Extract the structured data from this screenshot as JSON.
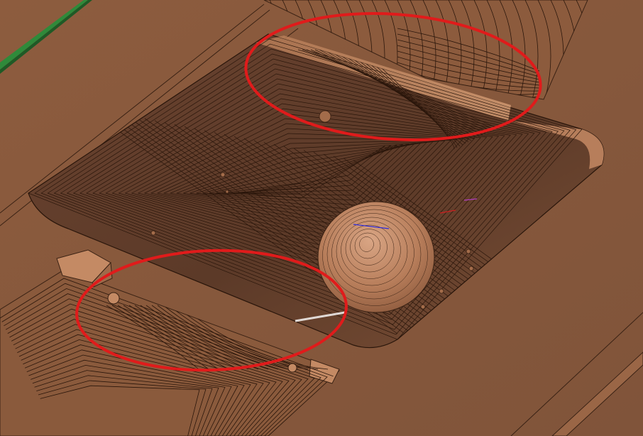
{
  "viewport": {
    "colors": {
      "surface": "#8a5a3c",
      "surface_dark": "#6e4630",
      "surface_light": "#a36c4a",
      "wall_lit": "#c48a64",
      "dome_lit": "#d4a080",
      "floor_shadow": "#5f3c29",
      "toolpath": "#2a160b",
      "annotation": "#e01b1b",
      "board_green": "#2f8a3a",
      "segment_blue": "#2a2ae0",
      "segment_purple": "#b040c0"
    },
    "annotations": [
      {
        "id": "upper-circle",
        "shape": "ellipse"
      },
      {
        "id": "lower-circle",
        "shape": "ellipse"
      }
    ]
  }
}
